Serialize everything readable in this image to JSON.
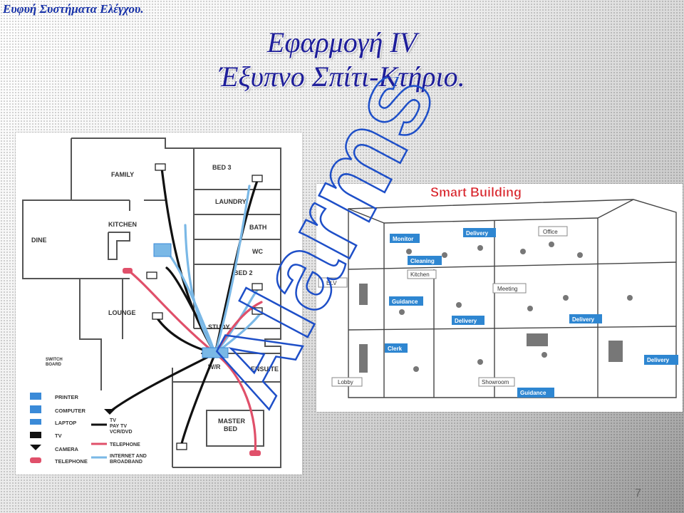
{
  "header": {
    "course": "Ευφυή Συστήματα Ελέγχου.",
    "title_line1": "Εφαρμογή IV",
    "title_line2": "Έξυπνο Σπίτι-Κτήριο."
  },
  "floorplan": {
    "rooms": {
      "family": "FAMILY",
      "bed3": "BED 3",
      "laundry": "LAUNDRY",
      "kitchen": "KITCHEN",
      "dine": "DINE",
      "bath": "BATH",
      "wc": "WC",
      "bed2": "BED 2",
      "lounge": "LOUNGE",
      "study": "STUDY",
      "wir": "W/R",
      "ensuite": "ENSUITE",
      "master1": "MASTER",
      "master2": "BED",
      "switch1": "SWITCH",
      "switch2": "BOARD"
    },
    "legend": {
      "printer": "PRINTER",
      "computer": "COMPUTER",
      "laptop": "LAPTOP",
      "tv": "TV",
      "camera": "CAMERA",
      "telephone": "TELEPHONE",
      "tv_line1": "TV",
      "tv_line2": "PAY TV",
      "tv_line3": "VCR/DVD",
      "phone_line": "TELEPHONE",
      "net_line1": "INTERNET AND",
      "net_line2": "BROADBAND"
    },
    "colors": {
      "tv": "#111111",
      "telephone": "#e0506a",
      "internet": "#7ab8e6",
      "device": "#3a8ad8"
    }
  },
  "building": {
    "title": "Smart Building",
    "labels": {
      "monitor": "Monitor",
      "delivery_top": "Delivery",
      "office": "Office",
      "cleaning": "Cleaning",
      "kitchen": "Kitchen",
      "elv": "ELV",
      "meeting": "Meeting",
      "guidance_left": "Guidance",
      "delivery_mid1": "Delivery",
      "delivery_mid2": "Delivery",
      "clerk": "Clerk",
      "lobby": "Lobby",
      "showroom": "Showroom",
      "guidance_bottom": "Guidance",
      "delivery_right": "Delivery"
    }
  },
  "watermark": {
    "text": "Alarms",
    "color": "#1e4fc8"
  },
  "footer": {
    "page": "7"
  }
}
